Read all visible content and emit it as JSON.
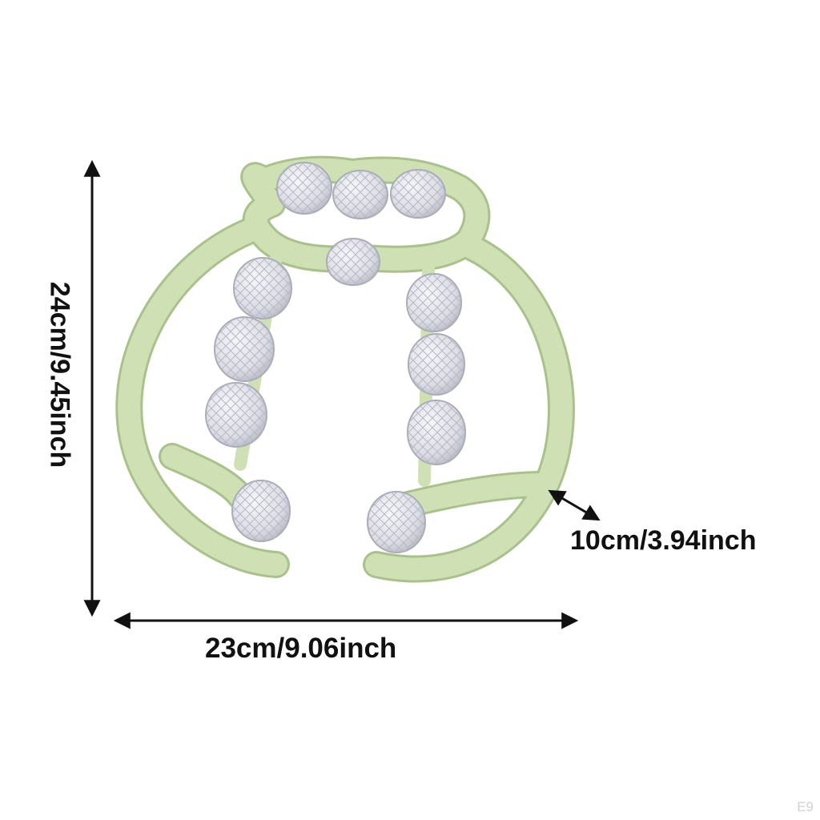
{
  "dimensions": {
    "height": "24cm/9.45inch",
    "width": "23cm/9.06inch",
    "depth": "10cm/3.94inch"
  },
  "watermark": "E9",
  "colors": {
    "frame": "#cfe0b4",
    "frame_edge": "#a9c28b",
    "roller": "#e3e4ea",
    "roller_edge": "#a9abb6",
    "arrow": "#111111"
  }
}
